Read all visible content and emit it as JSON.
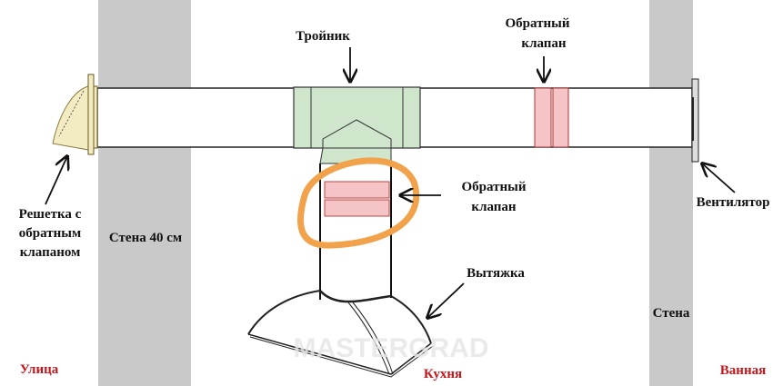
{
  "labels": {
    "tee": "Тройник",
    "check_valve_top": [
      "Обратный",
      "клапан"
    ],
    "check_valve_branch": [
      "Обратный",
      "клапан"
    ],
    "fan": "Вентилятор",
    "grille": [
      "Решетка с",
      "обратным",
      "клапаном"
    ],
    "wall_thick": "Стена 40 см",
    "hood": "Вытяжка",
    "wall": "Стена"
  },
  "rooms": {
    "street": "Улица",
    "kitchen": "Кухня",
    "bathroom": "Ванная"
  },
  "watermark": "MASTERGRAD",
  "colors": {
    "wall": "#c9c9c9",
    "tee": "#cfe6cc",
    "valve": "#f4c4c6",
    "highlight": "#f2a24a",
    "room_label": "#c8151b",
    "grille": "#f3ecc2"
  }
}
